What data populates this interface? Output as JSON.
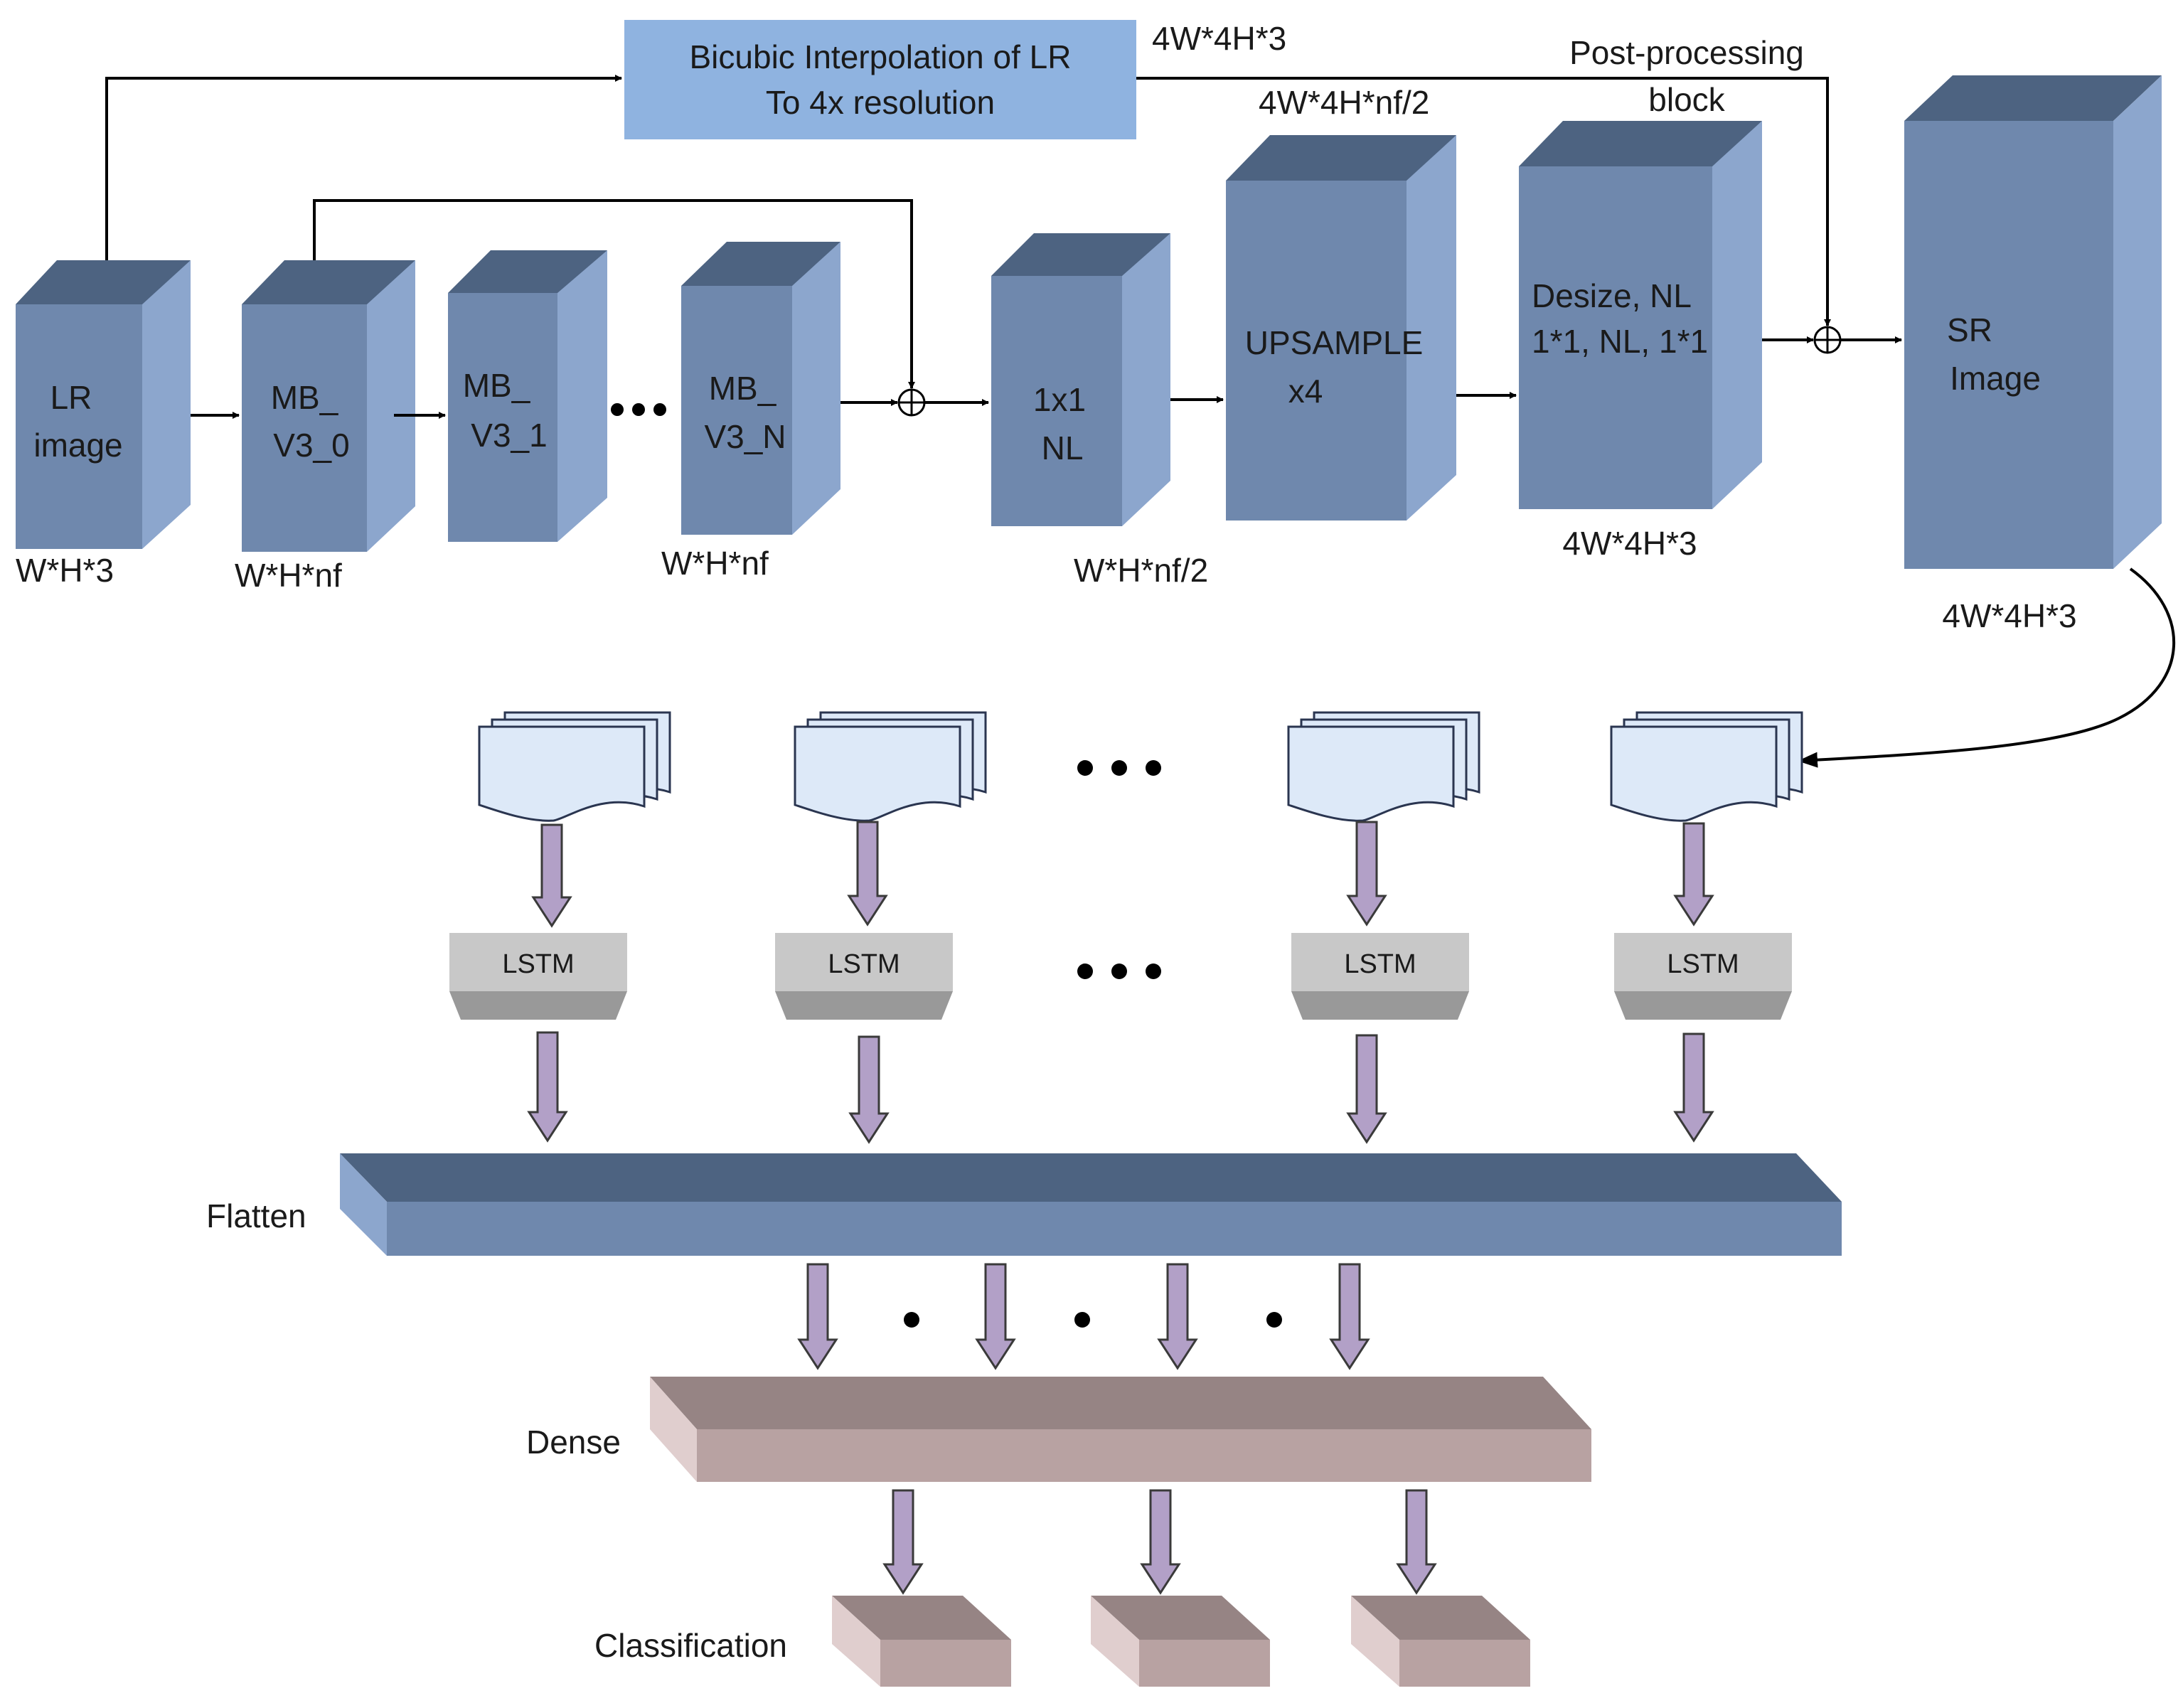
{
  "bicubic": {
    "line1": "Bicubic Interpolation of LR",
    "line2": "To 4x resolution",
    "dim": "4W*4H*3"
  },
  "post_processing": {
    "line1": "Post-processing",
    "line2": "block"
  },
  "blocks": {
    "lr": {
      "line1": "LR",
      "line2": "image",
      "dim": "W*H*3"
    },
    "mb0": {
      "line1": "MB_",
      "line2": "V3_0",
      "dim": "W*H*nf"
    },
    "mb1": {
      "line1": "MB_",
      "line2": "V3_1"
    },
    "mbn": {
      "line1": "MB_",
      "line2": "V3_N",
      "dim": "W*H*nf"
    },
    "conv": {
      "line1": "1x1",
      "line2": "NL",
      "dim": "W*H*nf/2"
    },
    "upsample": {
      "line1": "UPSAMPLE",
      "line2": "x4",
      "dim": "4W*4H*nf/2"
    },
    "desize": {
      "line1": "Desize, NL",
      "line2": "1*1, NL, 1*1",
      "dim": "4W*4H*3"
    },
    "sr": {
      "line1": "SR",
      "line2": "Image",
      "dim": "4W*4H*3"
    }
  },
  "lstm": [
    "LSTM",
    "LSTM",
    "LSTM",
    "LSTM"
  ],
  "layers": {
    "flatten": "Flatten",
    "dense": "Dense",
    "classification": "Classification"
  },
  "colors": {
    "block_front": "#6f88ad",
    "block_top": "#4d6381",
    "block_side": "#8ca6cd",
    "bicubic_fill": "#8fb3e0",
    "frame_fill": "#dde9f8",
    "lstm_light": "#c8c8c8",
    "lstm_dark": "#999999",
    "arrow_fill": "#b2a0c7",
    "dense_fill": "#b8a2a2",
    "dense_top": "#968484"
  }
}
